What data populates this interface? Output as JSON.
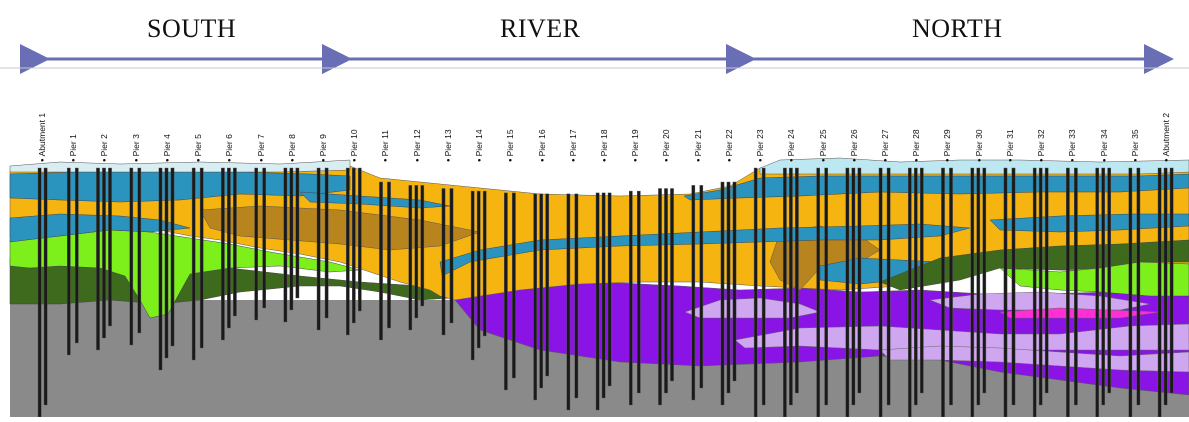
{
  "zones": [
    "SOUTH",
    "RIVER",
    "NORTH"
  ],
  "piers": [
    "Abutment 1",
    "Pier 1",
    "Pier 2",
    "Pier 3",
    "Pier 4",
    "Pier 5",
    "Pier 6",
    "Pier 7",
    "Pier 8",
    "Pier 9",
    "Pier 10",
    "Pier 11",
    "Pier 12",
    "Pier 13",
    "Pier 14",
    "Pier 15",
    "Pier 16",
    "Pier 17",
    "Pier 18",
    "Pier 19",
    "Pier 20",
    "Pier 21",
    "Pier 22",
    "Pier 23",
    "Pier 24",
    "Pier 25",
    "Pier 26",
    "Pier 27",
    "Pier 28",
    "Pier 29",
    "Pier 30",
    "Pier 31",
    "Pier 32",
    "Pier 33",
    "Pier 34",
    "Pier 35",
    "Abutment 2"
  ],
  "colors": {
    "arrow": "#6a6fb5",
    "fill_surface": "#bde8f2",
    "sand_orange": "#f5b40f",
    "clay_blue": "#2a93be",
    "silt_brown": "#b8841e",
    "green_bright": "#7df01c",
    "green_dark": "#3e6a1d",
    "bedrock_gray": "#8a8a8a",
    "purple": "#8a14e6",
    "lavender": "#cfa6f0",
    "magenta": "#ff2fd4",
    "borehole": "#1a1a1a"
  }
}
